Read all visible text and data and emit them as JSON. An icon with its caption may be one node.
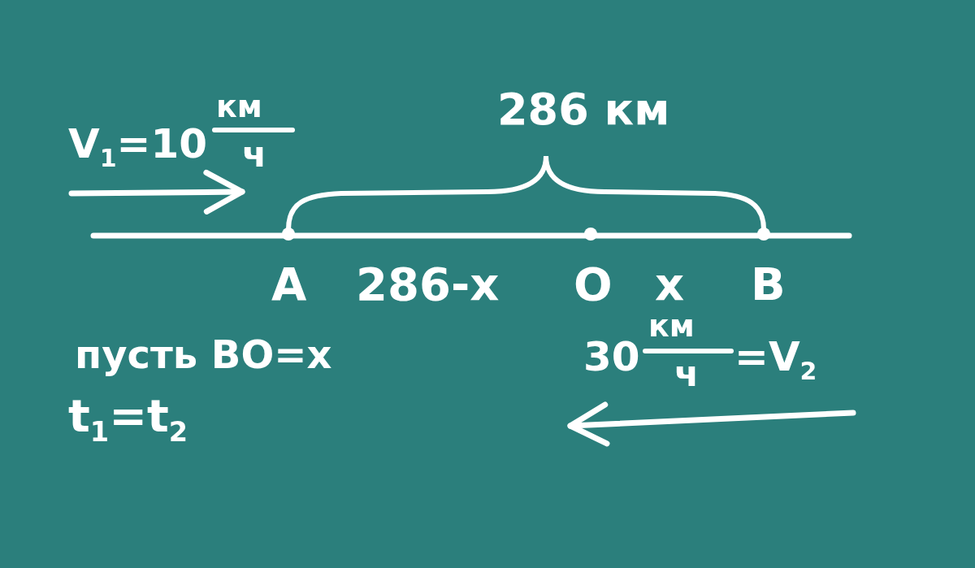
{
  "diagram": {
    "labels": [
      "286 км",
      "V$_{1}$=10",
      "км",
      "ч",
      "A",
      "286-x",
      "O",
      "x",
      "B",
      "пусть BO=x",
      "30",
      "км",
      "ч",
      "=V$_{2}$",
      "t$_{1}$=t$_{2}$"
    ]
  }
}
